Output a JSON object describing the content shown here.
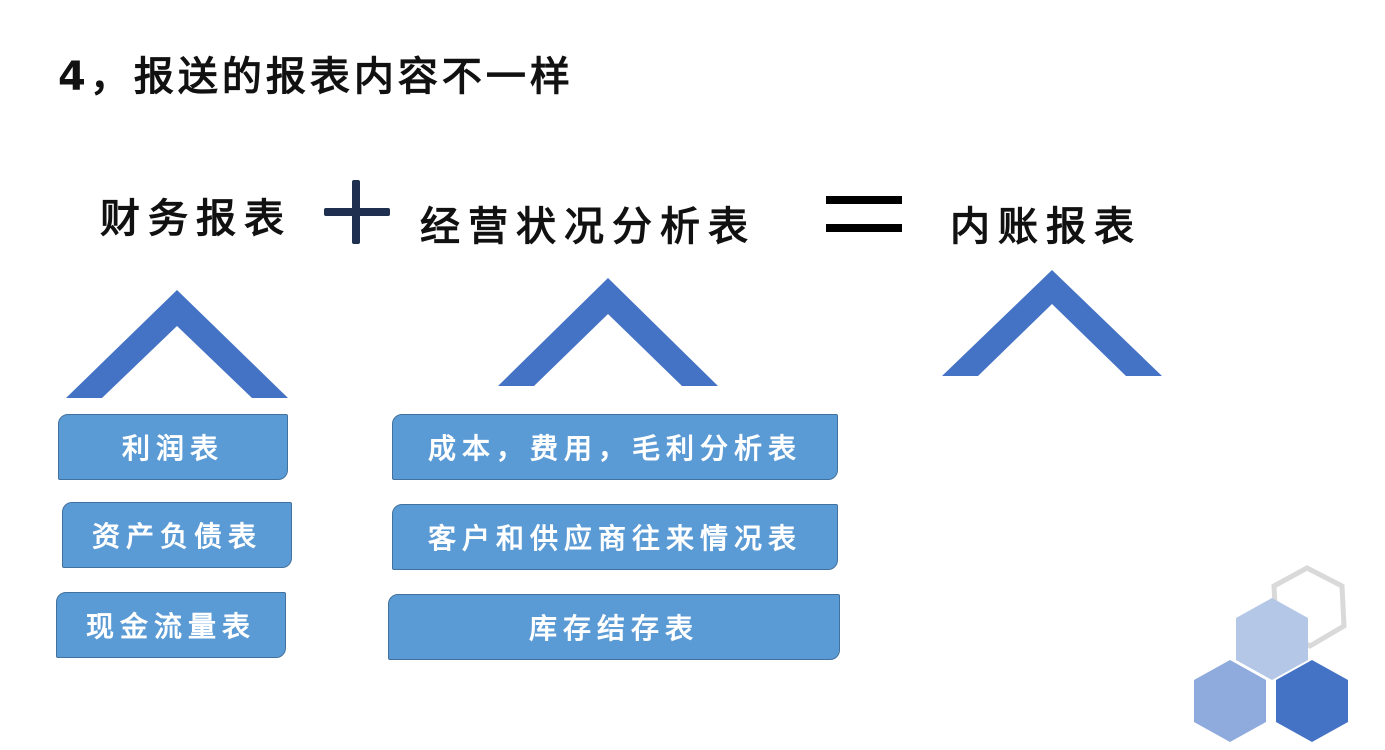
{
  "title": "4，报送的报表内容不一样",
  "headings": {
    "financial": "财务报表",
    "operating": "经营状况分析表",
    "internal": "内账报表"
  },
  "financial_items": [
    "利润表",
    "资产负债表",
    "现金流量表"
  ],
  "operating_items": [
    "成本，费用，毛利分析表",
    "客户和供应商往来情况表",
    "库存结存表"
  ],
  "colors": {
    "chevron": "#4472c4",
    "box_fill": "#5b9bd5",
    "box_border": "#41719c",
    "plus": "#1f2f4f",
    "hex_light": "#b4c7e7",
    "hex_mid": "#8faadc",
    "hex_dark": "#4472c4"
  }
}
